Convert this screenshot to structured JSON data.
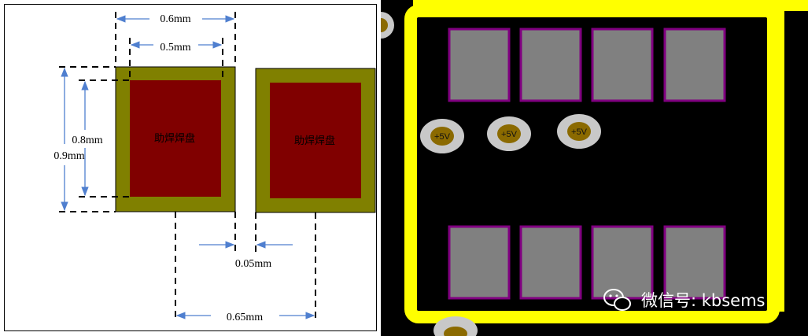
{
  "dimensions": {
    "width_06": "0.6mm",
    "width_05": "0.5mm",
    "height_08": "0.8mm",
    "height_09": "0.9mm",
    "gap": "0.05mm",
    "pitch": "0.65mm"
  },
  "pads": {
    "left_label": "助焊焊盘",
    "right_label": "助焊焊盘"
  },
  "vias": [
    "+5V",
    "+5V",
    "+5V"
  ],
  "watermark": {
    "icon": "wechat-icon",
    "text": "微信号: kbsems"
  },
  "colors": {
    "pad_outer": "#808000",
    "pad_inner": "#800000",
    "arrow": "#4f7fcf",
    "trace": "#ffff00",
    "smd_pad": "#808080",
    "smd_border": "#800080",
    "via_ring": "#c8c8c8",
    "via_center": "#8b6a00"
  }
}
